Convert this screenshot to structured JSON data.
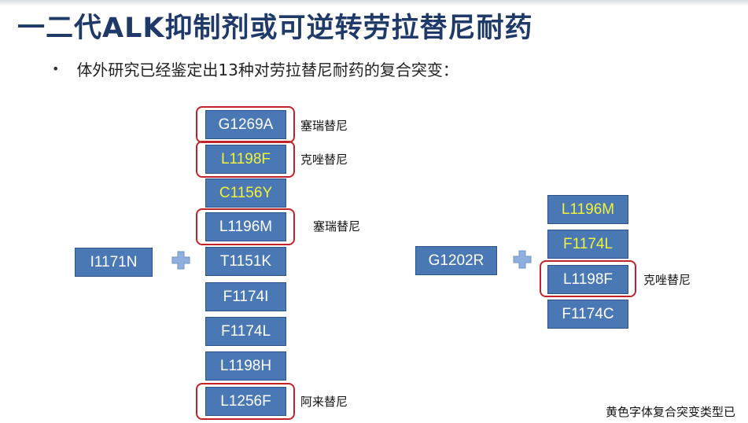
{
  "title": "一二代ALK抑制剂或可逆转劳拉替尼耐药",
  "bullet": "体外研究已经鉴定出13种对劳拉替尼耐药的复合突变：",
  "left_group": {
    "primary": "I1171N",
    "mutations": [
      {
        "label": "G1269A",
        "yellow": false,
        "ringed": true
      },
      {
        "label": "L1198F",
        "yellow": true,
        "ringed": true
      },
      {
        "label": "C1156Y",
        "yellow": true,
        "ringed": false
      },
      {
        "label": "L1196M",
        "yellow": false,
        "ringed": true
      },
      {
        "label": "T1151K",
        "yellow": false,
        "ringed": false
      },
      {
        "label": "F1174I",
        "yellow": false,
        "ringed": false
      },
      {
        "label": "F1174L",
        "yellow": false,
        "ringed": false
      },
      {
        "label": "L1198H",
        "yellow": false,
        "ringed": false
      },
      {
        "label": "L1256F",
        "yellow": false,
        "ringed": true
      }
    ],
    "drugs": {
      "g1269a": "塞瑞替尼",
      "l1198f": "克唑替尼",
      "l1196m": "塞瑞替尼",
      "l1256f": "阿来替尼"
    }
  },
  "right_group": {
    "primary": "G1202R",
    "mutations": [
      {
        "label": "L1196M",
        "yellow": true,
        "ringed": false
      },
      {
        "label": "F1174L",
        "yellow": true,
        "ringed": false
      },
      {
        "label": "L1198F",
        "yellow": false,
        "ringed": true
      },
      {
        "label": "F1174C",
        "yellow": false,
        "ringed": false
      }
    ],
    "drugs": {
      "l1198f": "克唑替尼"
    }
  },
  "footnote": "黄色字体复合突变类型已",
  "colors": {
    "title": "#1f3a68",
    "box_fill": "#4a78b5",
    "box_border": "#2e5389",
    "highlight_text": "#f1f23a",
    "ring": "#c0232b",
    "plus": "#8fb0de"
  },
  "icons": {
    "combine": "plus-icon"
  }
}
